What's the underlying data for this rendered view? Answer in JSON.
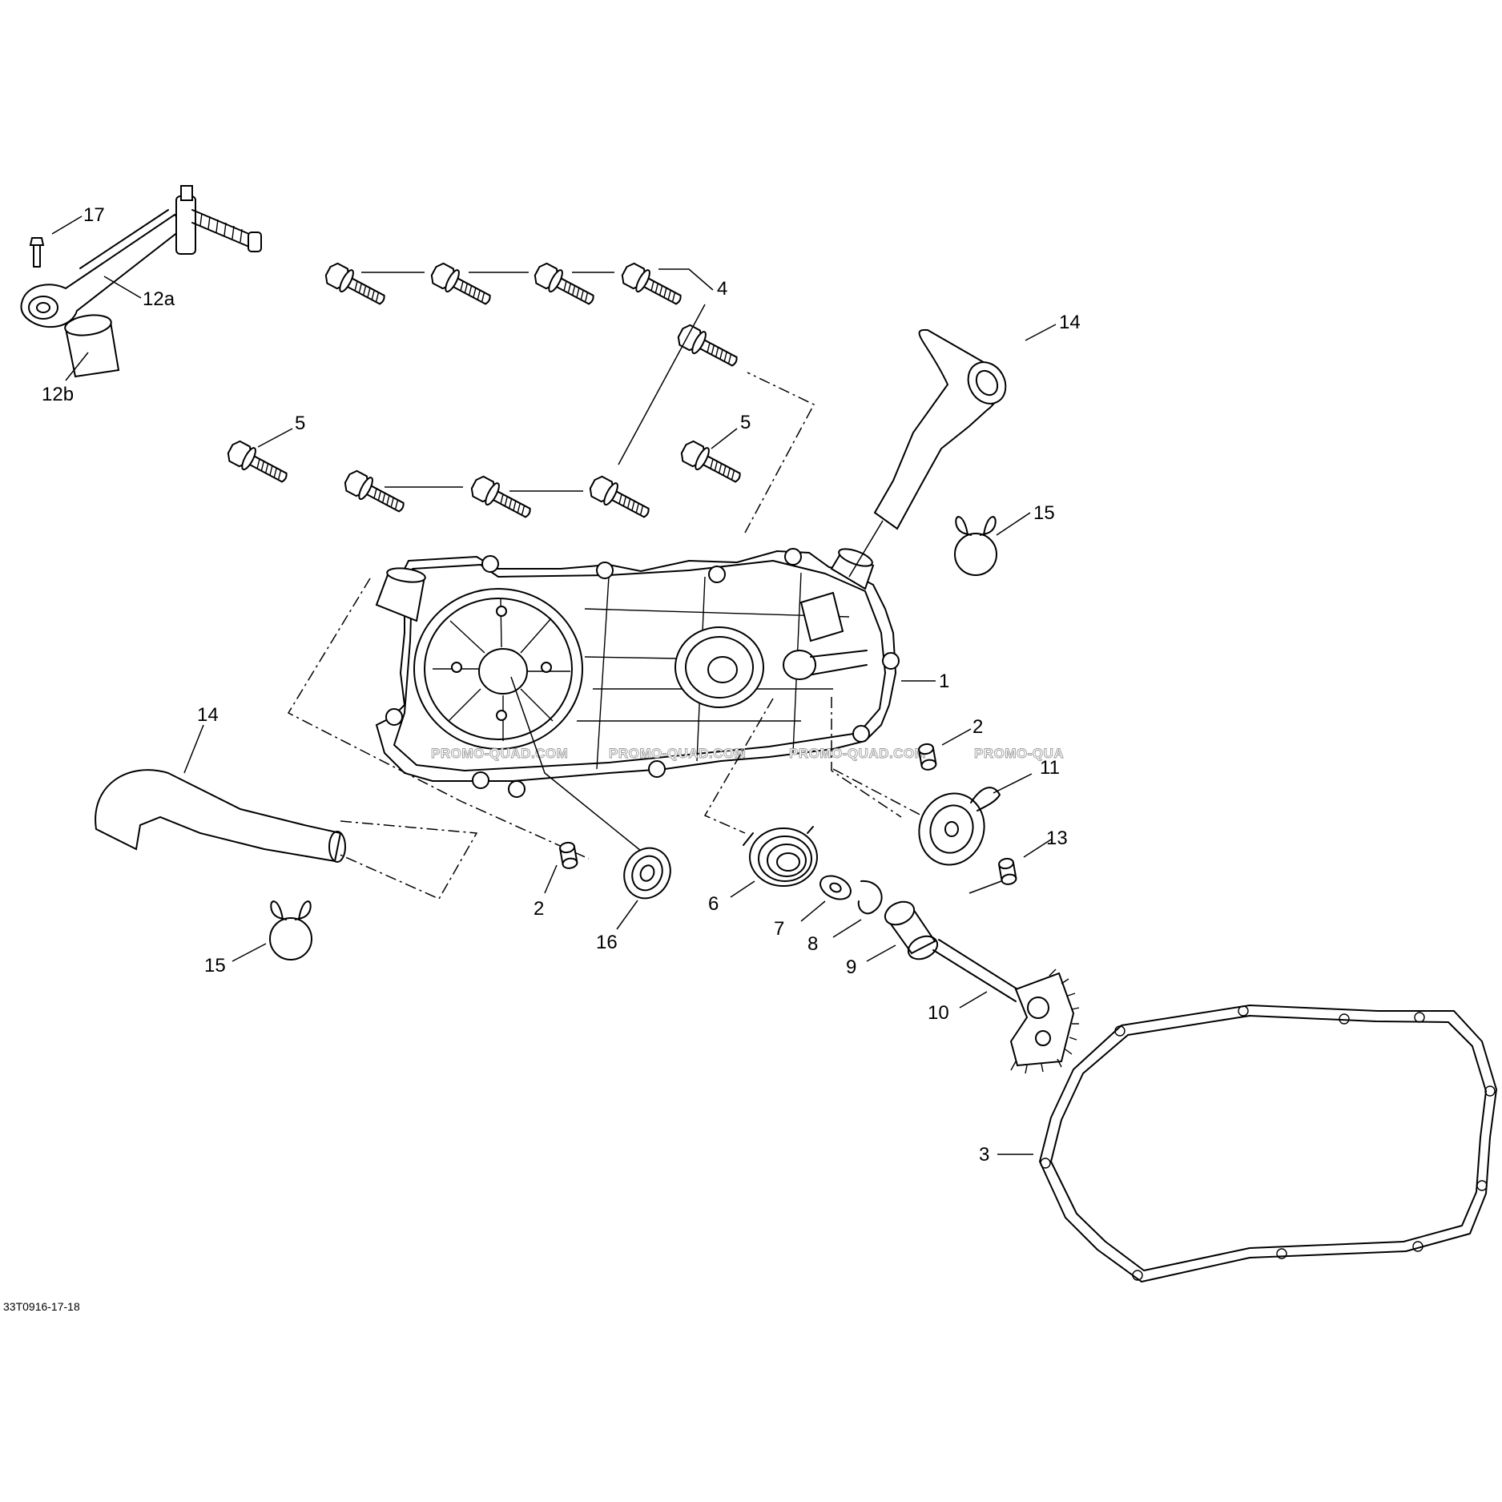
{
  "diagram_code": "33T0916-17-18",
  "watermark": "PROMO-QUAD.COM",
  "watermark_cut": "PROMO-QUA",
  "labels": {
    "p1": "1",
    "p2a": "2",
    "p2b": "2",
    "p3": "3",
    "p4": "4",
    "p5a": "5",
    "p5b": "5",
    "p6": "6",
    "p7": "7",
    "p8": "8",
    "p9": "9",
    "p10": "10",
    "p11": "11",
    "p12a": "12a",
    "p12b": "12b",
    "p13": "13",
    "p14a": "14",
    "p14b": "14",
    "p15a": "15",
    "p15b": "15",
    "p16": "16",
    "p17": "17"
  }
}
